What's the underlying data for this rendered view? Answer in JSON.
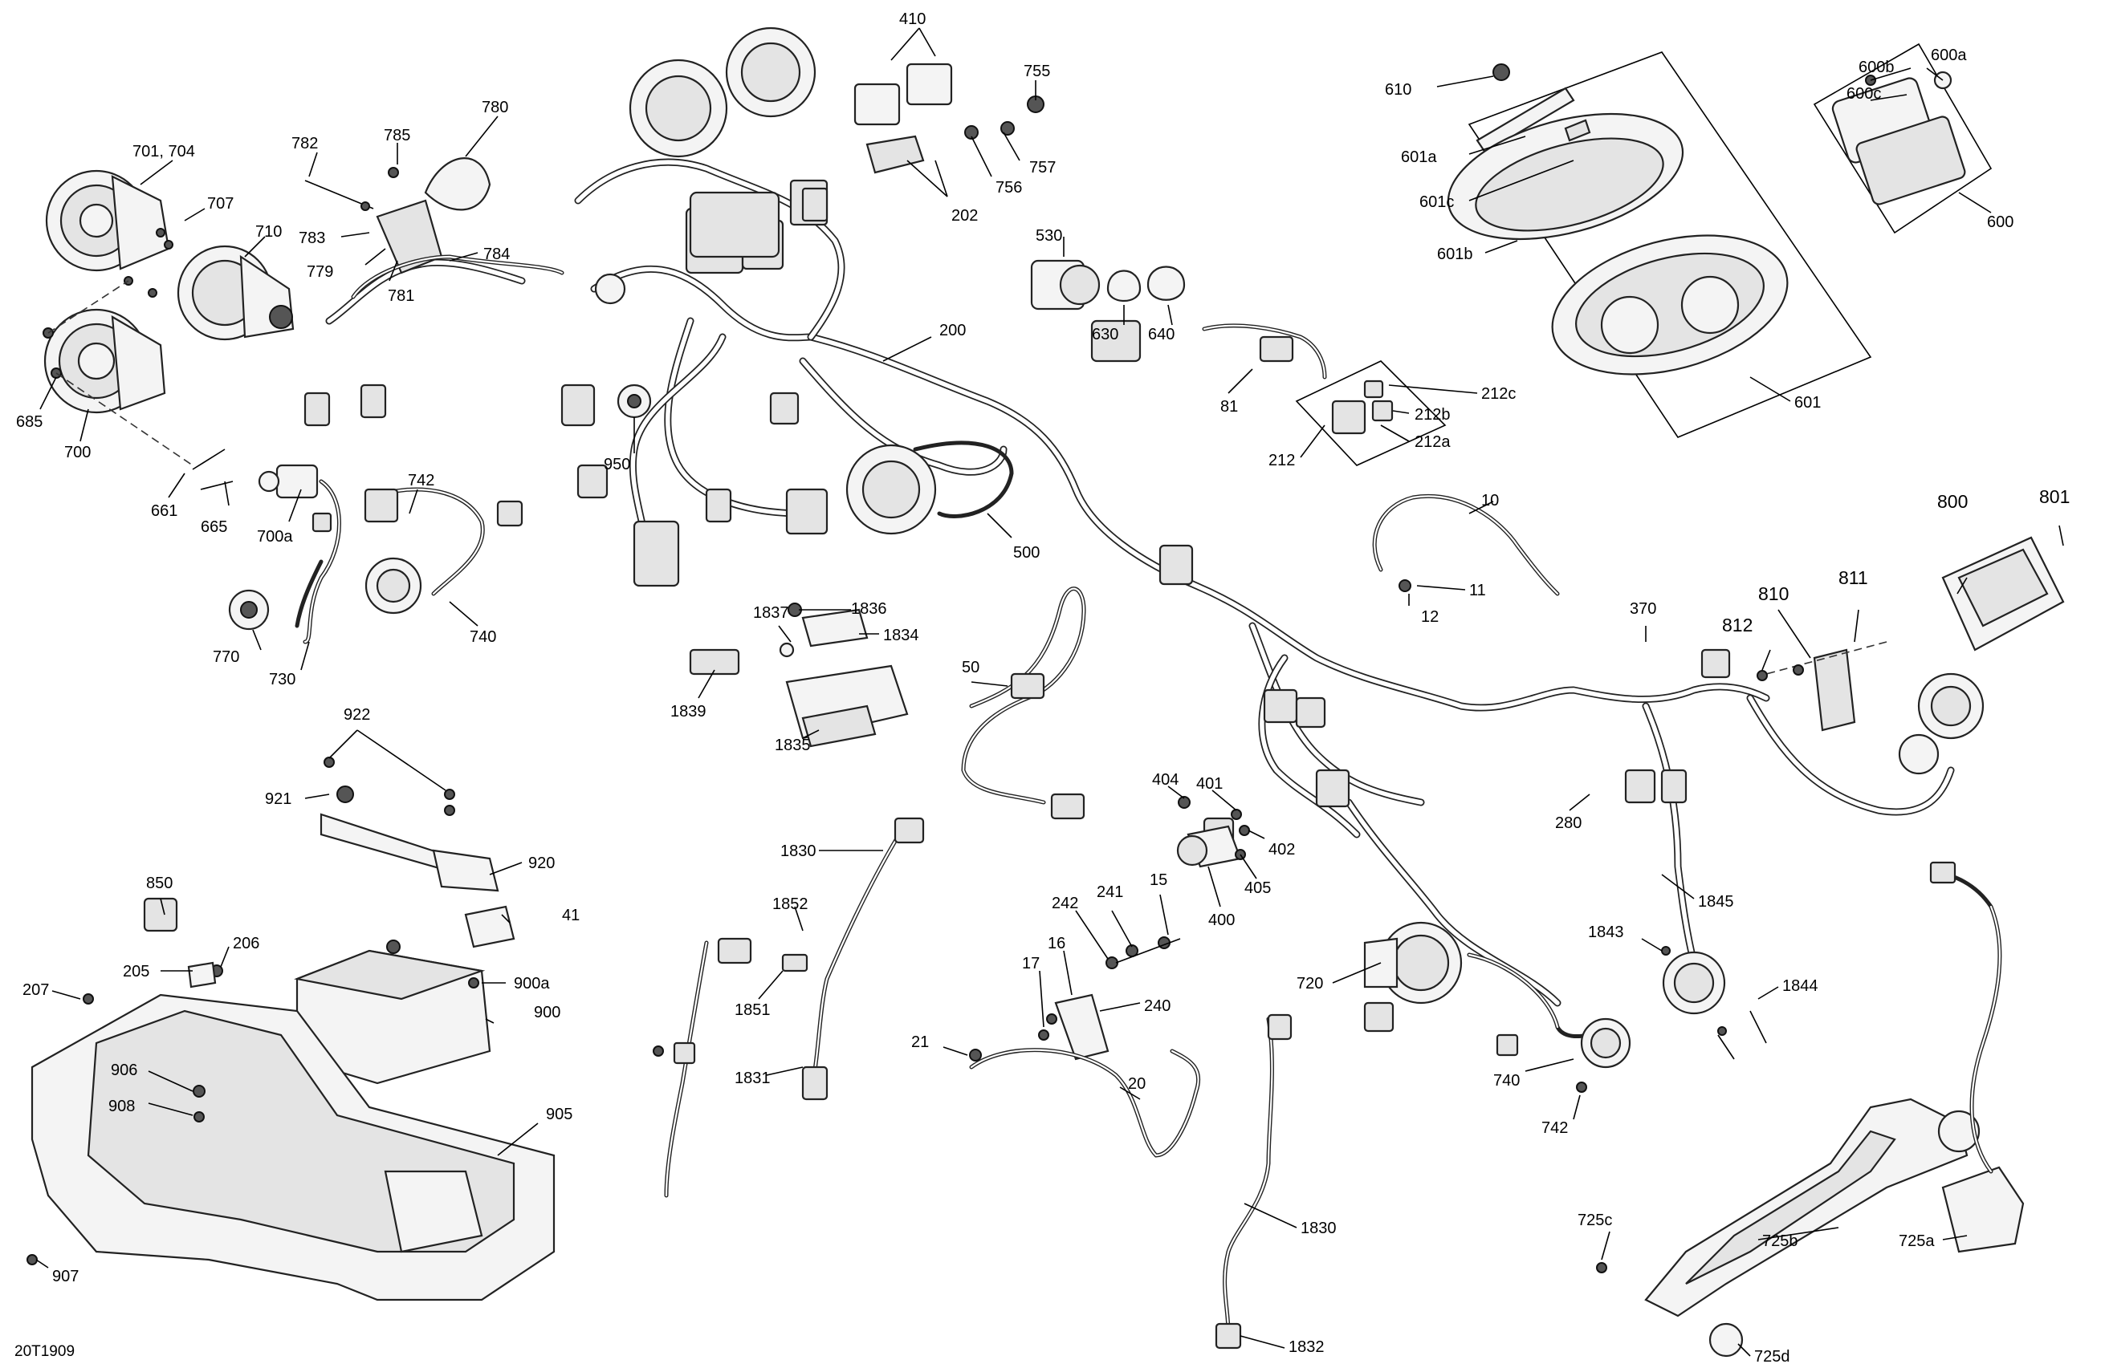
{
  "diagram": {
    "reference_code": "20T1909",
    "labels": {
      "l410": "410",
      "l755": "755",
      "l757": "757",
      "l756": "756",
      "l202": "202",
      "l780": "780",
      "l785": "785",
      "l782": "782",
      "l783": "783",
      "l779": "779",
      "l781": "781",
      "l784": "784",
      "l701": "701, 704",
      "l707": "707",
      "l710": "710",
      "l685": "685",
      "l700": "700",
      "l661": "661",
      "l665": "665",
      "l700a": "700a",
      "l742a": "742",
      "l740a": "740",
      "l770": "770",
      "l730": "730",
      "l530": "530",
      "l630": "630",
      "l640": "640",
      "l200": "200",
      "l950": "950",
      "l500": "500",
      "l610": "610",
      "l601a": "601a",
      "l601c": "601c",
      "l601b": "601b",
      "l601": "601",
      "l600b": "600b",
      "l600a": "600a",
      "l600c": "600c",
      "l600": "600",
      "l81": "81",
      "l212c": "212c",
      "l212b": "212b",
      "l212a": "212a",
      "l212": "212",
      "l10": "10",
      "l11": "11",
      "l12": "12",
      "l800": "800",
      "l801": "801",
      "l810": "810",
      "l811": "811",
      "l812": "812",
      "l370": "370",
      "l1836": "1836",
      "l1837": "1837",
      "l1834": "1834",
      "l1839": "1839",
      "l1835": "1835",
      "l50": "50",
      "l922": "922",
      "l921": "921",
      "l920": "920",
      "l850": "850",
      "l41": "41",
      "l206": "206",
      "l205": "205",
      "l207": "207",
      "l900a": "900a",
      "l900": "900",
      "l906": "906",
      "l908": "908",
      "l905": "905",
      "l907": "907",
      "l1830a": "1830",
      "l1852": "1852",
      "l1851": "1851",
      "l1831": "1831",
      "l404": "404",
      "l401": "401",
      "l402": "402",
      "l405": "405",
      "l400": "400",
      "l242": "242",
      "l241": "241",
      "l15": "15",
      "l16": "16",
      "l17": "17",
      "l240": "240",
      "l21": "21",
      "l20": "20",
      "l280": "280",
      "l1845": "1845",
      "l1843": "1843",
      "l1844": "1844",
      "l720": "720",
      "l740b": "740",
      "l742b": "742",
      "l1830b": "1830",
      "l1832": "1832",
      "l725c": "725c",
      "l725b": "725b",
      "l725a": "725a",
      "l725d": "725d"
    }
  }
}
